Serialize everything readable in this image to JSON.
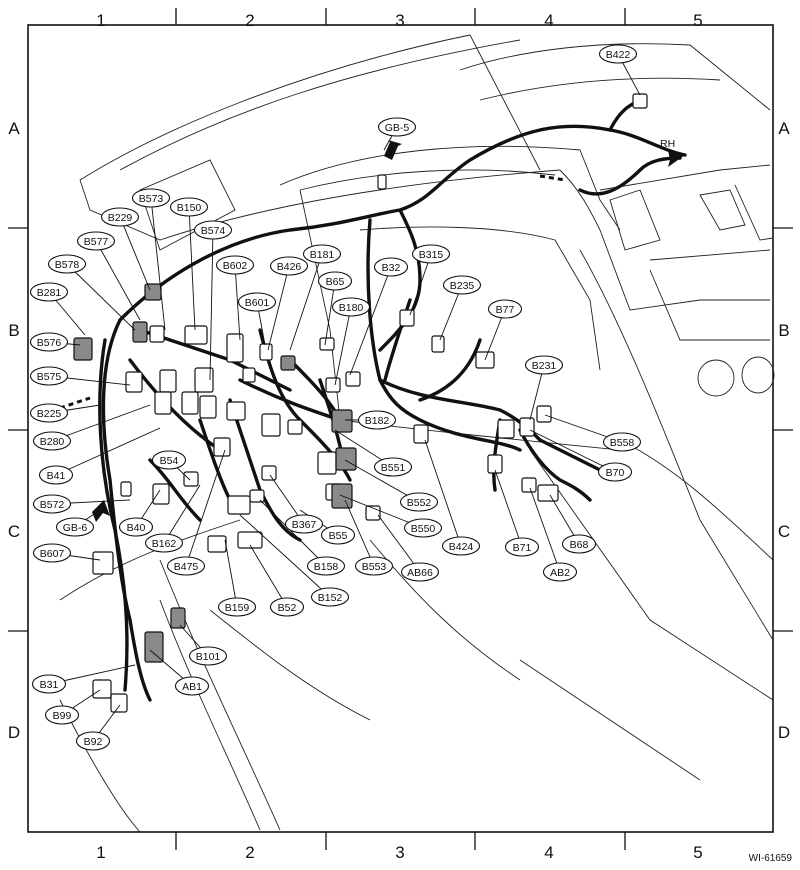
{
  "grid": {
    "columns": [
      "1",
      "2",
      "3",
      "4",
      "5"
    ],
    "rows": [
      "A",
      "B",
      "C",
      "D"
    ]
  },
  "reference": "WI-61659",
  "direction_label": "RH",
  "callouts": [
    "B422",
    "GB-5",
    "B573",
    "B150",
    "B229",
    "B574",
    "B577",
    "B181",
    "B602",
    "B426",
    "B315",
    "B578",
    "B65",
    "B32",
    "B235",
    "B281",
    "B601",
    "B180",
    "B77",
    "B576",
    "B575",
    "B225",
    "B182",
    "B231",
    "B280",
    "B551",
    "B558",
    "B41",
    "B54",
    "B70",
    "B552",
    "B572",
    "B367",
    "B550",
    "GB-6",
    "B40",
    "B162",
    "B55",
    "B424",
    "B71",
    "B68",
    "B607",
    "B475",
    "B158",
    "B553",
    "AB66",
    "AB2",
    "B159",
    "B52",
    "B152",
    "B101",
    "B31",
    "AB1",
    "B99",
    "B92"
  ]
}
